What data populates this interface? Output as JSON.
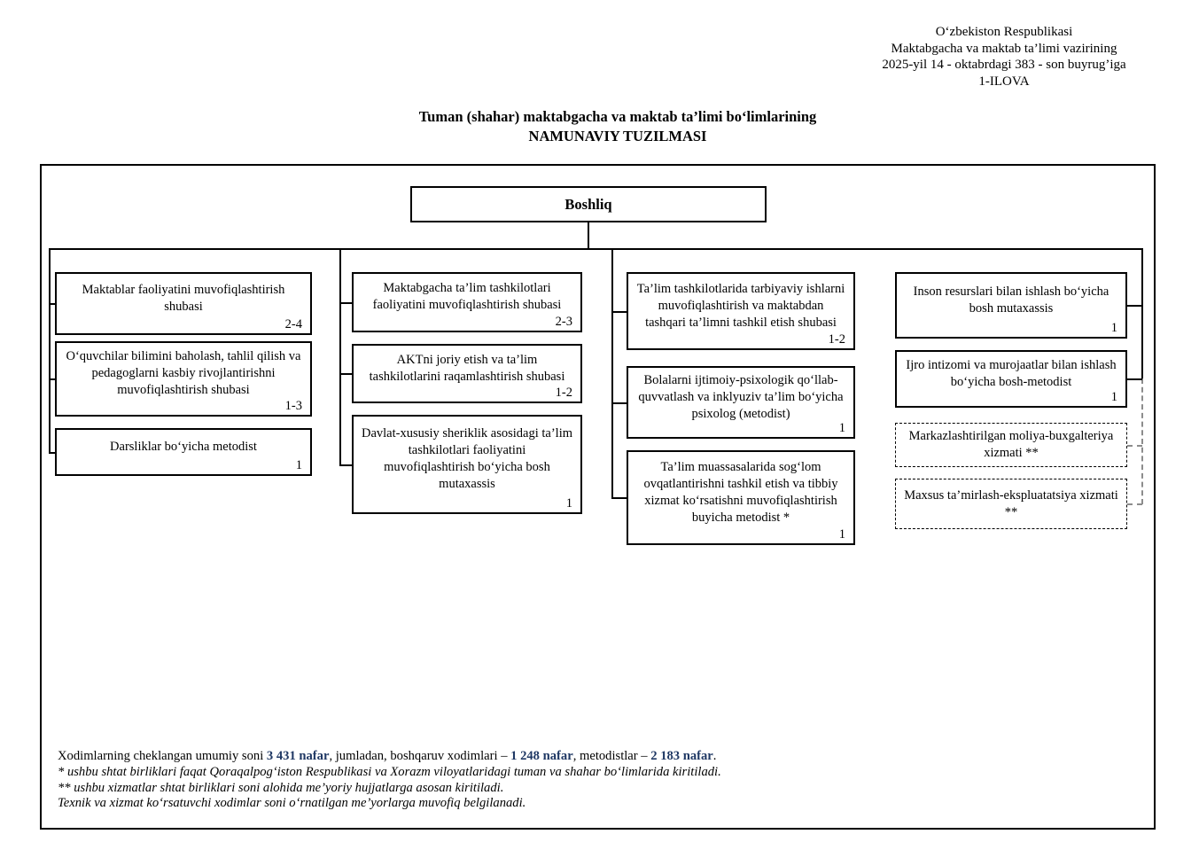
{
  "header_note": {
    "lines": [
      "Oʻzbekiston Respublikasi",
      "Maktabgacha va maktab ta’limi vazirining",
      "2025-yil 14 - oktabrdagi 383 - son buyrug’iga",
      "1-ILOVA"
    ]
  },
  "title": {
    "line1": "Tuman (shahar) maktabgacha va maktab ta’limi boʻlimlarining",
    "line2": "NAMUNAVIY TUZILMASI"
  },
  "org": {
    "root_label": "Boshliq",
    "columns": [
      {
        "boxes": [
          {
            "id": "maktablar-shubasi",
            "label": "Maktablar faoliyatini muvofiqlashtirish shubasi",
            "count": "2-4",
            "dashed": false
          },
          {
            "id": "baholash-shubasi",
            "label": "Oʻquvchilar bilimini baholash, tahlil qilish va pedagoglarni kasbiy rivojlantirishni muvofiqlashtirish shubasi",
            "count": "1-3",
            "dashed": false
          },
          {
            "id": "darsliklar-metodist",
            "label": "Darsliklar boʻyicha metodist",
            "count": "1",
            "dashed": false
          }
        ]
      },
      {
        "boxes": [
          {
            "id": "maktabgacha-shubasi",
            "label": "Maktabgacha ta’lim tashkilotlari faoliyatini muvofiqlashtirish shubasi",
            "count": "2-3",
            "dashed": false
          },
          {
            "id": "akt-shubasi",
            "label": "AKTni joriy etish va ta’lim tashkilotlarini raqamlashtirish shubasi",
            "count": "1-2",
            "dashed": false
          },
          {
            "id": "dxs-bosh-mutaxassis",
            "label": "Davlat-xususiy sheriklik asosidagi ta’lim tashkilotlari faoliyatini muvofiqlashtirish boʻyicha bosh mutaxassis",
            "count": "1",
            "dashed": false
          }
        ]
      },
      {
        "boxes": [
          {
            "id": "tarbiyaviy-shubasi",
            "label": "Ta’lim tashkilotlarida tarbiyaviy ishlarni muvofiqlashtirish va maktabdan tashqari ta’limni tashkil etish shubasi",
            "count": "1-2",
            "dashed": false
          },
          {
            "id": "psixolog-metodist",
            "label": "Bolalarni ijtimoiy-psixologik qoʻllab-quvvatlash va inklyuziv ta’lim boʻyicha psixolog (мetodist)",
            "count": "1",
            "dashed": false
          },
          {
            "id": "ovqatlantirish-metodist",
            "label": "Ta’lim muassasalarida sogʻlom ovqatlantirishni tashkil etish va tibbiy xizmat koʻrsatishni muvofiqlashtirish buyicha metodist *",
            "count": "1",
            "dashed": false
          }
        ]
      },
      {
        "boxes": [
          {
            "id": "inson-resurslari",
            "label": "Inson resurslari bilan ishlash boʻyicha bosh mutaxassis",
            "count": "1",
            "dashed": false
          },
          {
            "id": "ijro-intizomi",
            "label": "Ijro intizomi va murojaatlar bilan ishlash boʻyicha bosh-metodist",
            "count": "1",
            "dashed": false
          },
          {
            "id": "moliya-buxgalteriya",
            "label": "Markazlashtirilgan moliya-buxgalteriya xizmati **",
            "count": null,
            "dashed": true
          },
          {
            "id": "tamirlash-ekspluatatsiya",
            "label": "Maxsus ta’mirlash-ekspluatatsiya xizmati **",
            "count": null,
            "dashed": true
          }
        ]
      }
    ]
  },
  "footnotes": {
    "summary_parts": [
      {
        "text": "Xodimlarning cheklangan umumiy soni ",
        "bold": false
      },
      {
        "text": "3 431 nafar",
        "bold": true
      },
      {
        "text": ", jumladan, boshqaruv xodimlari – ",
        "bold": false
      },
      {
        "text": "1 248 nafar",
        "bold": true
      },
      {
        "text": ", metodistlar – ",
        "bold": false
      },
      {
        "text": "2 183 nafar",
        "bold": true
      },
      {
        "text": ".",
        "bold": false
      }
    ],
    "italic_lines": [
      "* ushbu shtat birliklari faqat Qoraqalpogʻiston Respublikasi va Xorazm viloyatlaridagi tuman va shahar boʻlimlarida kiritiladi.",
      "** ushbu xizmatlar shtat birliklari soni alohida me’yoriy hujjatlarga asosan kiritiladi.",
      "Texnik va xizmat koʻrsatuvchi xodimlar soni oʻrnatilgan me’yorlarga muvofiq belgilanadi."
    ]
  },
  "colors": {
    "line": "#000000",
    "dashed_connector": "#8c8c8c",
    "footnote_number": "#1f3864"
  }
}
